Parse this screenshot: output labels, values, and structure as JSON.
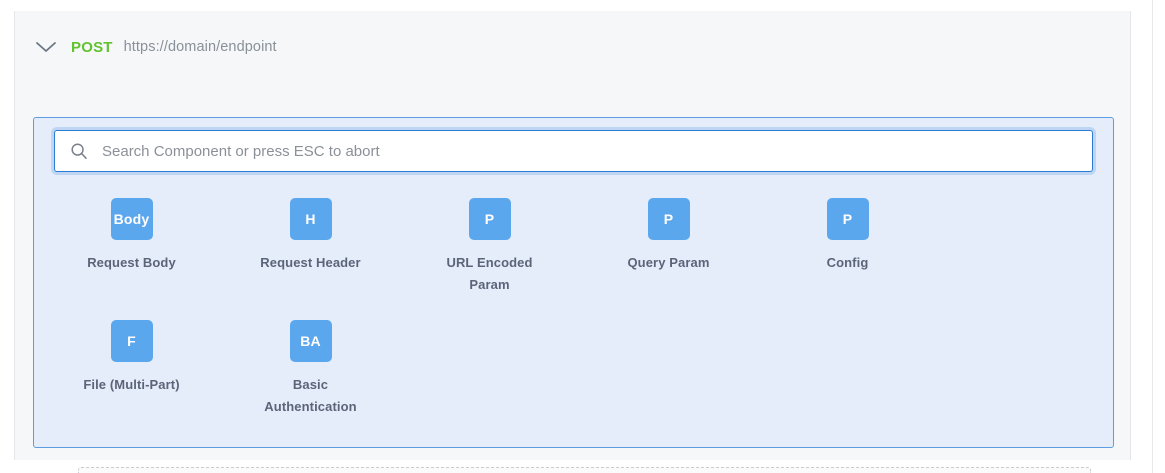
{
  "request": {
    "collapse_icon": "chevron-down-icon",
    "method": "POST",
    "url": "https://domain/endpoint"
  },
  "picker": {
    "search": {
      "icon": "search-icon",
      "placeholder": "Search Component or press ESC to abort",
      "value": ""
    },
    "components": [
      {
        "badge": "Body",
        "label": "Request Body"
      },
      {
        "badge": "H",
        "label": "Request Header"
      },
      {
        "badge": "P",
        "label": "URL Encoded Param"
      },
      {
        "badge": "P",
        "label": "Query Param"
      },
      {
        "badge": "P",
        "label": "Config"
      },
      {
        "badge": "F",
        "label": "File (Multi-Part)"
      },
      {
        "badge": "BA",
        "label": "Basic Authentication"
      }
    ]
  },
  "colors": {
    "method_green": "#62c22f",
    "tile_blue": "#5ba7ee",
    "panel_background": "#e5edfb",
    "panel_border": "#5d9ce0",
    "search_border": "#2b7cd3",
    "label_gray": "#5c6578",
    "url_gray": "#8a9099",
    "card_background": "#f6f7f9"
  }
}
